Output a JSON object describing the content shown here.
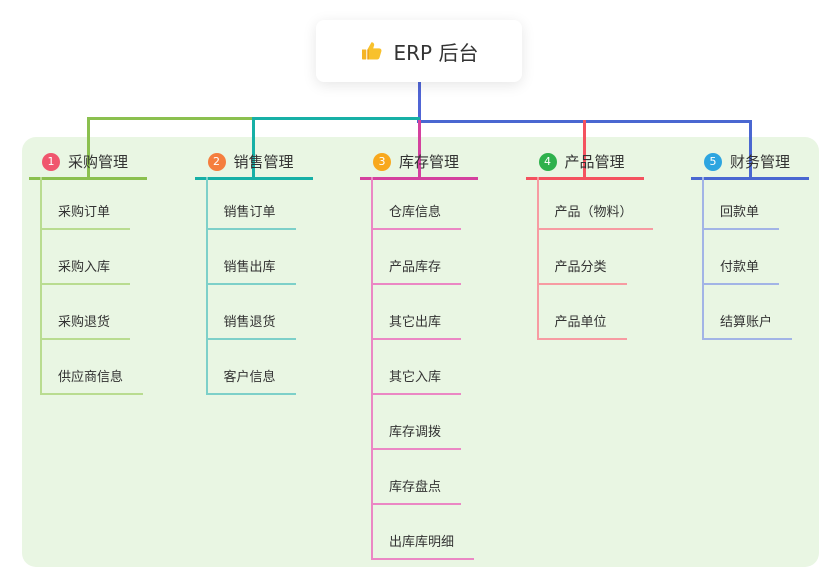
{
  "root": {
    "label": "ERP 后台",
    "icon": "thumbs-up-icon"
  },
  "branches": [
    {
      "number": "1",
      "title": "采购管理",
      "badge_color": "#f0566e",
      "line_color": "#8bc04f",
      "sub_line_color": "#b9dc90",
      "items": [
        "采购订单",
        "采购入库",
        "采购退货",
        "供应商信息"
      ]
    },
    {
      "number": "2",
      "title": "销售管理",
      "badge_color": "#f57e3e",
      "line_color": "#17b0a6",
      "sub_line_color": "#7dd0c9",
      "items": [
        "销售订单",
        "销售出库",
        "销售退货",
        "客户信息"
      ]
    },
    {
      "number": "3",
      "title": "库存管理",
      "badge_color": "#f8a81d",
      "line_color": "#d4419e",
      "sub_line_color": "#eb87c4",
      "items": [
        "仓库信息",
        "产品库存",
        "其它出库",
        "其它入库",
        "库存调拨",
        "库存盘点",
        "出库库明细"
      ]
    },
    {
      "number": "4",
      "title": "产品管理",
      "badge_color": "#2eb14c",
      "line_color": "#f4525f",
      "sub_line_color": "#f79ba2",
      "items": [
        "产品（物料）",
        "产品分类",
        "产品单位"
      ]
    },
    {
      "number": "5",
      "title": "财务管理",
      "badge_color": "#2da5e0",
      "line_color": "#4a67d1",
      "sub_line_color": "#a2b4e6",
      "items": [
        "回款单",
        "付款单",
        "结算账户"
      ]
    }
  ],
  "colors": {
    "panel_bg": "#e9f6e3",
    "root_connector": "#5065d5",
    "text": "#333333"
  }
}
